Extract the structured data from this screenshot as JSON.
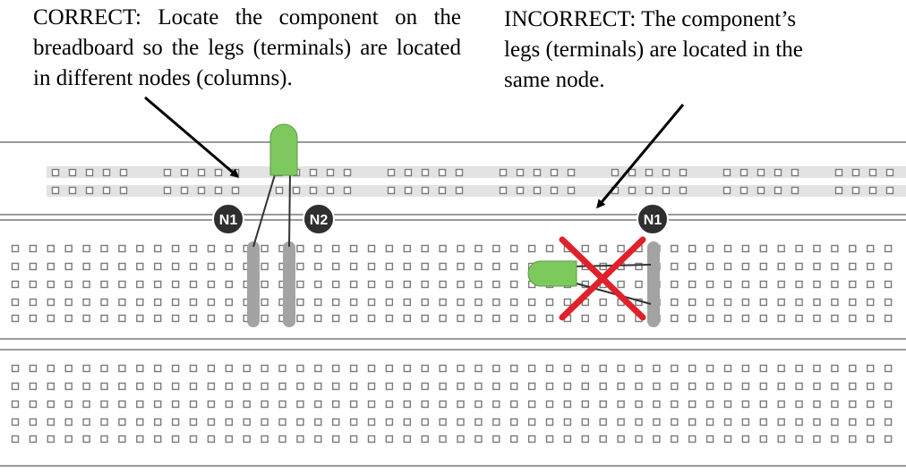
{
  "captions": {
    "correct": "CORRECT: Locate the component on the breadboard so the legs (terminals) are located in different nodes (columns).",
    "incorrect": "INCORRECT: The component’s legs (terminals) are located in the same node."
  },
  "node_labels": {
    "correct_first": "N1",
    "correct_second": "N2",
    "incorrect": "N1"
  },
  "colors": {
    "led": "#7dc95e",
    "node_highlight": "#a3a3a3",
    "cross": "#e0202a",
    "node_badge": "#2f2f2f",
    "hole_outline": "#7a7a7a",
    "board_line": "#9a9a9a"
  },
  "icons": {
    "led": "led-component-icon",
    "wrong": "red-x-icon",
    "node_marker": "node-badge-icon"
  }
}
